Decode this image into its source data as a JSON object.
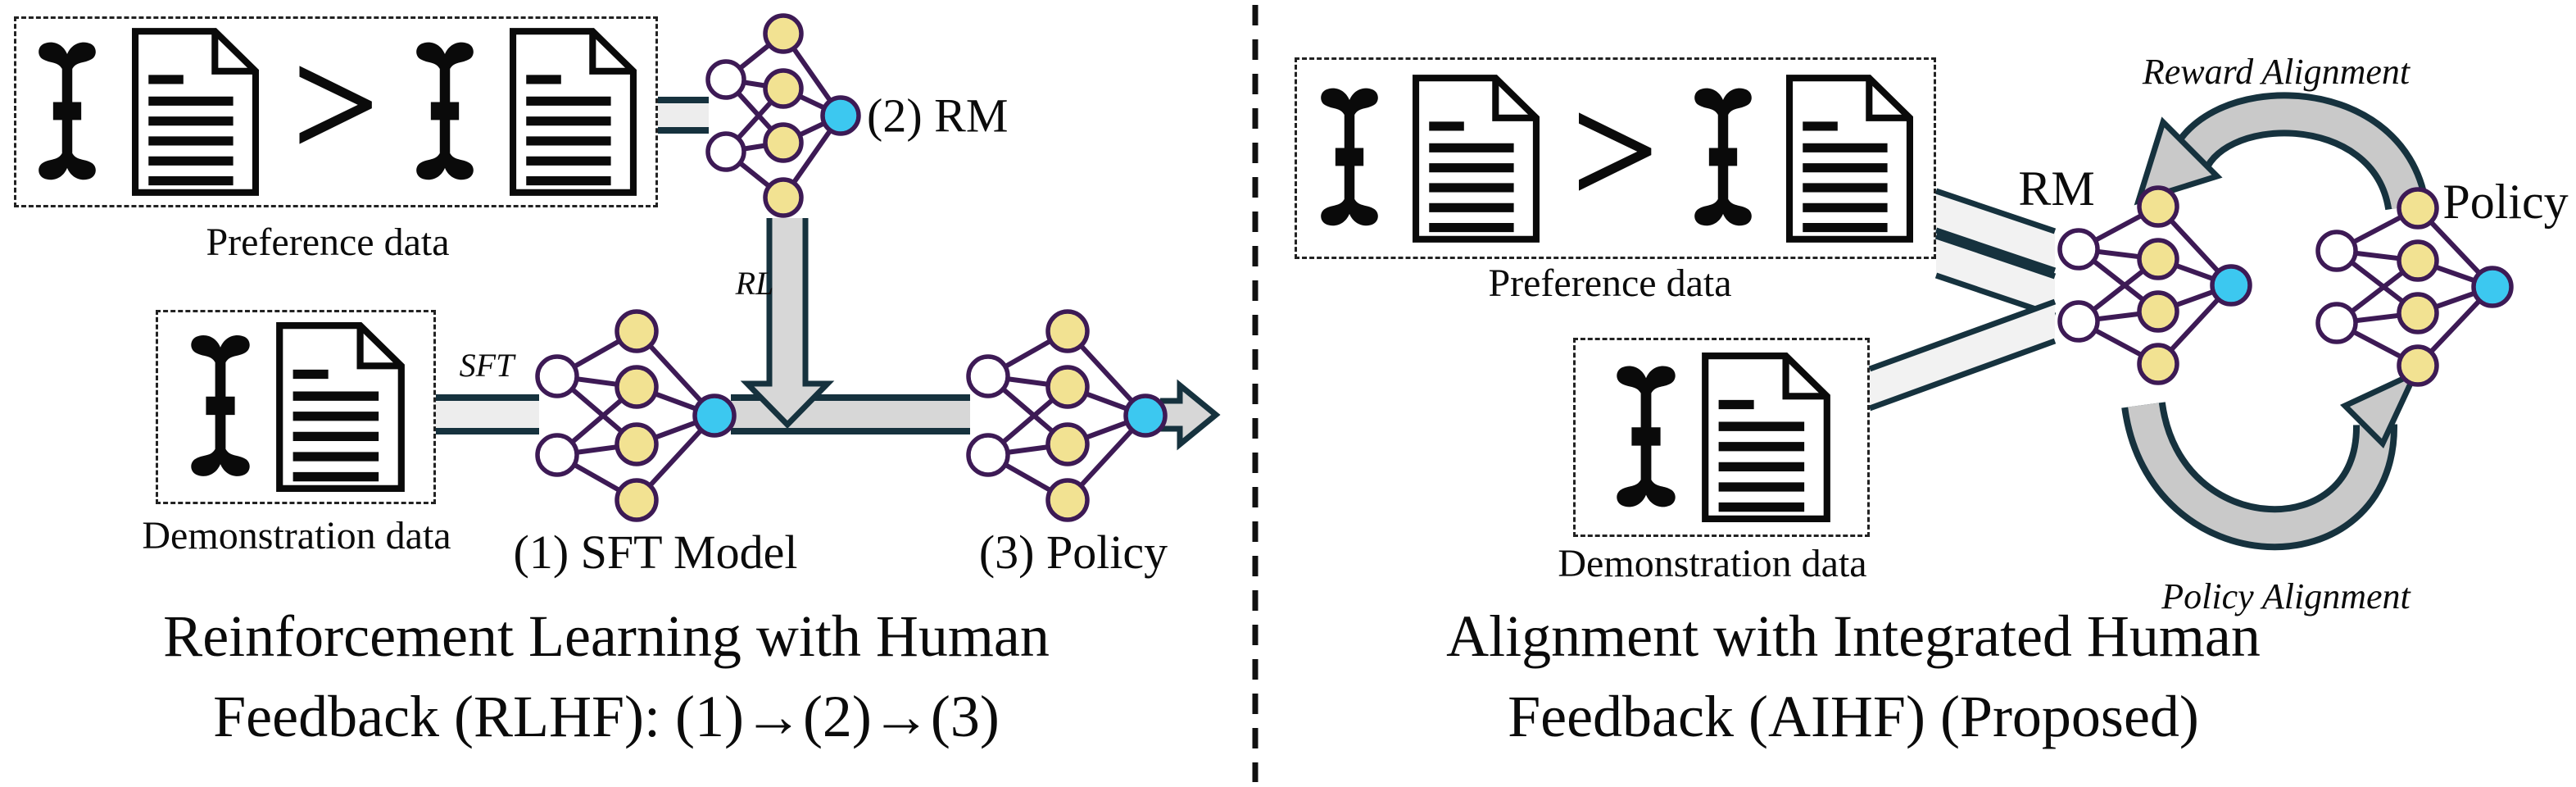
{
  "left_panel": {
    "preference_box": {
      "label": "Preference data",
      "comparison_symbol": ">"
    },
    "demonstration_box": {
      "label": "Demonstration data"
    },
    "sft_arrow_label": "SFT",
    "rl_arrow_label": "RL",
    "rm_label": "(2) RM",
    "sft_model_label": "(1) SFT Model",
    "policy_label": "(3) Policy",
    "caption_line1": "Reinforcement Learning with Human",
    "caption_line2": "Feedback (RLHF): (1)→(2)→(3)"
  },
  "right_panel": {
    "preference_box": {
      "label": "Preference data",
      "comparison_symbol": ">"
    },
    "demonstration_box": {
      "label": "Demonstration data"
    },
    "rm_label": "RM",
    "policy_label": "Policy",
    "reward_alignment_label": "Reward Alignment",
    "policy_alignment_label": "Policy Alignment",
    "caption_line1": "Alignment with Integrated Human",
    "caption_line2": "Feedback (AIHF) (Proposed)"
  },
  "colors": {
    "hidden_node": "#f2e292",
    "input_node": "#ffffff",
    "output_node": "#3cc8f0",
    "edge": "#3d1a55",
    "band_border": "#16323e",
    "band_gray": "#d7d7d7",
    "band_light": "#ededed",
    "band_white": "#f2f2f2",
    "arc_gray": "#c9c9c9",
    "divider": "#111111"
  }
}
